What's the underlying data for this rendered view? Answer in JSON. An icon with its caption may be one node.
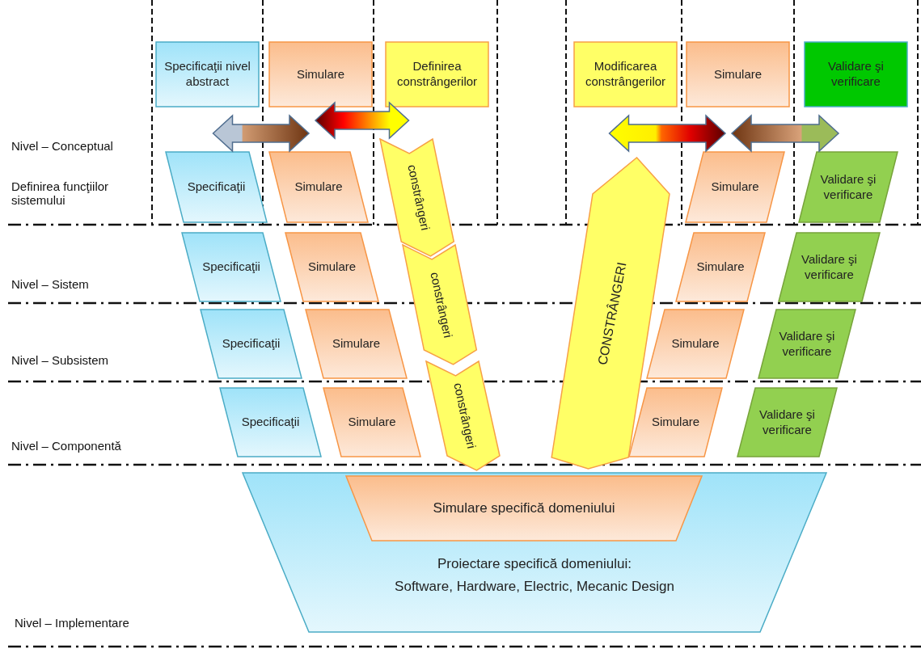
{
  "diagram": {
    "nodes": [
      {
        "text": [
          "Specificaţii nivel abstract"
        ]
      },
      {
        "text": [
          "Simulare"
        ]
      },
      {
        "text": [
          "Definirea constrângerilor"
        ]
      },
      {
        "text": [
          "Modificarea constrângerilor"
        ]
      },
      {
        "text": [
          "Simulare"
        ]
      },
      {
        "text": [
          "Validare şi verificare"
        ]
      },
      {
        "text": [
          "Specificaţii"
        ]
      },
      {
        "text": [
          "Simulare"
        ]
      },
      {
        "text": [
          "constrângeri"
        ]
      },
      {
        "text": [
          "CONSTRÂNGERI"
        ]
      },
      {
        "text": [
          "Simulare"
        ]
      },
      {
        "text": [
          "Validare şi verificare"
        ]
      },
      {
        "text": [
          "Specificaţii"
        ]
      },
      {
        "text": [
          "Simulare"
        ]
      },
      {
        "text": [
          "constrângeri"
        ]
      },
      {
        "text": [
          "Simulare"
        ]
      },
      {
        "text": [
          "Validare şi verificare"
        ]
      },
      {
        "text": [
          "Specificaţii"
        ]
      },
      {
        "text": [
          "Simulare"
        ]
      },
      {
        "text": [
          "constrângeri"
        ]
      },
      {
        "text": [
          "Simulare"
        ]
      },
      {
        "text": [
          "Validare şi verificare"
        ]
      },
      {
        "text": [
          "Specificaţii"
        ]
      },
      {
        "text": [
          "Simulare"
        ]
      },
      {
        "text": [
          "Simulare"
        ]
      },
      {
        "text": [
          "Validare şi verificare"
        ]
      },
      {
        "text": [
          "Proiectare specifică domeniului:",
          "Software, Hardware, Electric, Mecanic Design"
        ]
      },
      {
        "text": [
          "Simulare specifică domeniului"
        ],
        "in": 26
      }
    ],
    "edges": [
      {
        "from": 6,
        "to": 7,
        "arrow": "both"
      },
      {
        "from": 7,
        "to": 8,
        "arrow": "both"
      },
      {
        "from": 9,
        "to": 10,
        "arrow": "both"
      },
      {
        "from": 10,
        "to": 11,
        "arrow": "both"
      }
    ],
    "labels": [
      "Nivel – Conceptual",
      "Definirea funcţiilor sistemului",
      "Nivel – Sistem",
      "Nivel – Subsistem",
      "Nivel – Componentă",
      "Nivel – Implementare"
    ]
  }
}
